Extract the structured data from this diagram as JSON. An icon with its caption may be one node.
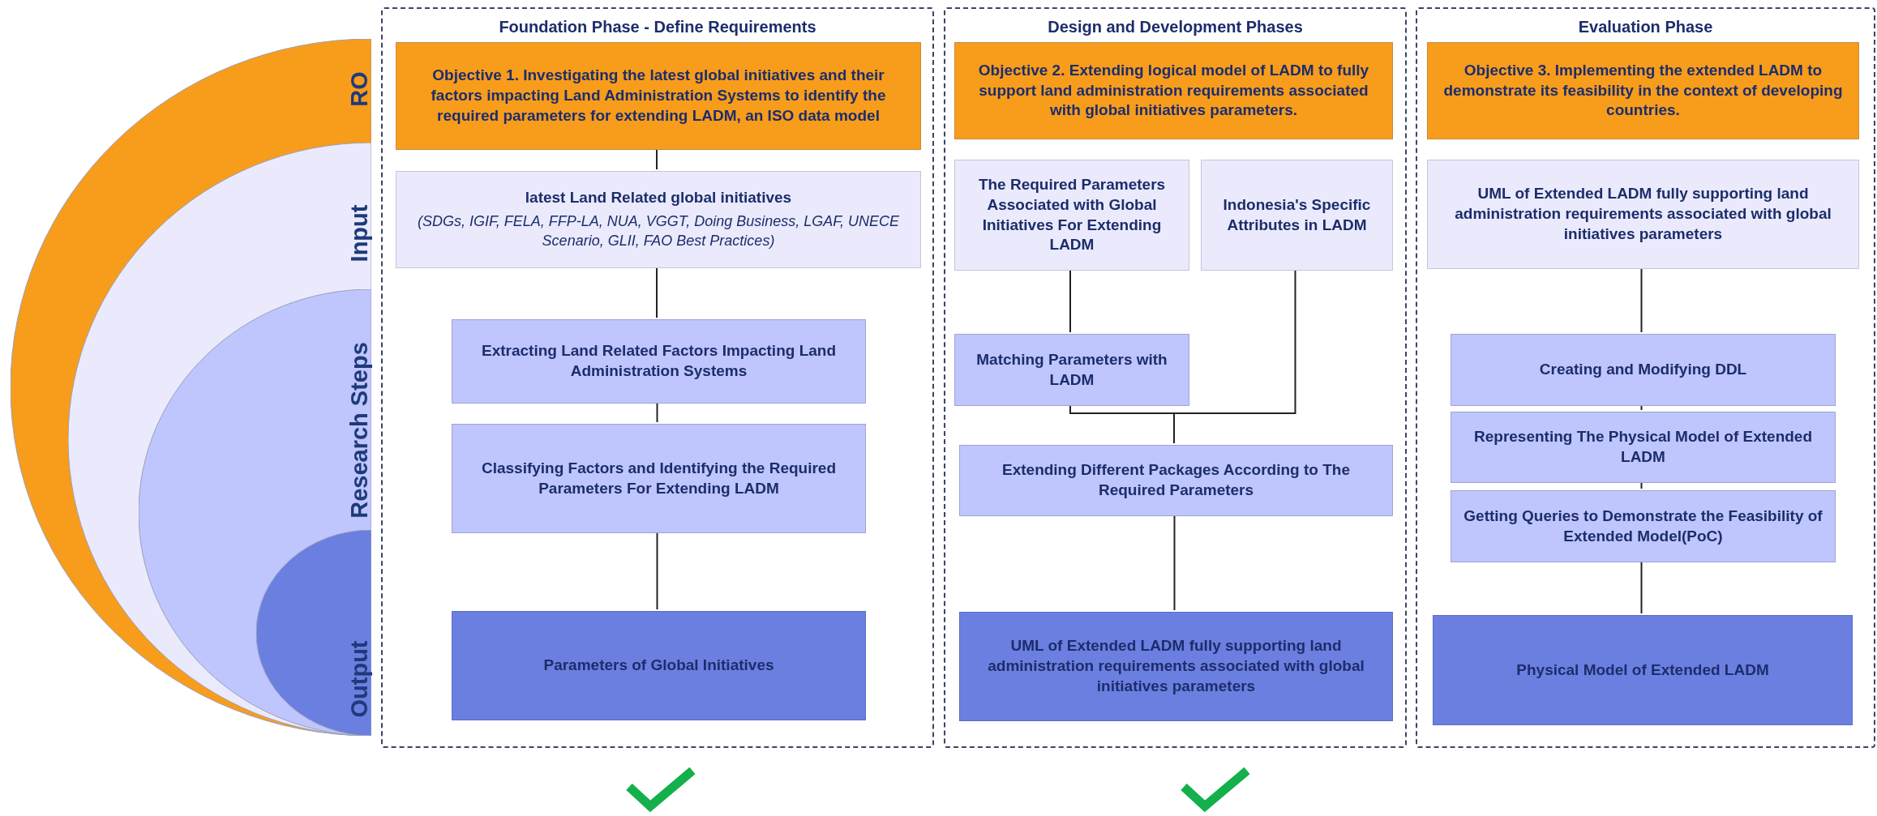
{
  "diagram": {
    "nodes": [
      {
        "text": [
          "RO"
        ]
      },
      {
        "text": [
          "Input"
        ],
        "in": 0
      },
      {
        "text": [
          "Research Steps"
        ],
        "in": 1
      },
      {
        "text": [
          "Output"
        ],
        "in": 2
      },
      {
        "text": [
          "Foundation Phase - Define Requirements"
        ]
      },
      {
        "text": [
          "Objective 1. Investigating the latest global initiatives and their factors impacting Land Administration Systems to identify the required parameters for extending LADM, an ISO data model"
        ],
        "in": 4
      },
      {
        "text": [
          "latest Land Related global initiatives",
          "(SDGs, IGIF, FELA, FFP-LA, NUA, VGGT, Doing Business, LGAF, UNECE Scenario, GLII, FAO Best Practices)"
        ],
        "in": 4
      },
      {
        "text": [
          "Extracting Land Related Factors Impacting Land Administration Systems"
        ],
        "in": 4
      },
      {
        "text": [
          "Classifying Factors and Identifying the Required Parameters For Extending LADM"
        ],
        "in": 4
      },
      {
        "text": [
          "Parameters of Global Initiatives"
        ],
        "in": 4
      },
      {
        "text": [
          "Design and Development Phases"
        ]
      },
      {
        "text": [
          "Objective 2. Extending logical model of LADM to fully support land administration requirements associated with global initiatives parameters."
        ],
        "in": 10
      },
      {
        "text": [
          "The Required Parameters Associated with Global Initiatives For Extending LADM"
        ],
        "in": 10
      },
      {
        "text": [
          "Indonesia's Specific Attributes in LADM"
        ],
        "in": 10
      },
      {
        "text": [
          "Matching Parameters with LADM"
        ],
        "in": 10
      },
      {
        "text": [
          "Extending Different Packages According to The Required Parameters"
        ],
        "in": 10
      },
      {
        "text": [
          "UML of Extended LADM fully supporting land administration requirements associated with global initiatives parameters"
        ],
        "in": 10
      },
      {
        "text": [
          "Evaluation Phase"
        ]
      },
      {
        "text": [
          "Objective 3. Implementing the extended LADM to demonstrate its feasibility in the context of developing countries."
        ],
        "in": 17
      },
      {
        "text": [
          "UML of Extended LADM fully supporting land administration requirements associated with global initiatives parameters"
        ],
        "in": 17
      },
      {
        "text": [
          "Creating and Modifying DDL"
        ],
        "in": 17
      },
      {
        "text": [
          "Representing The Physical Model of Extended LADM"
        ],
        "in": 17
      },
      {
        "text": [
          "Getting Queries to Demonstrate the Feasibility of Extended Model(PoC)"
        ],
        "in": 17
      },
      {
        "text": [
          "Physical Model of Extended LADM"
        ],
        "in": 17
      }
    ],
    "edges": [
      {
        "from": 5,
        "to": 6,
        "arrow": "none"
      },
      {
        "from": 6,
        "to": 7,
        "arrow": "none"
      },
      {
        "from": 7,
        "to": 8,
        "arrow": "none"
      },
      {
        "from": 8,
        "to": 9,
        "arrow": "none"
      },
      {
        "from": 12,
        "to": 14,
        "arrow": "none"
      },
      {
        "from": 14,
        "to": 15,
        "arrow": "none"
      },
      {
        "from": 13,
        "to": 15,
        "arrow": "none"
      },
      {
        "from": 15,
        "to": 16,
        "arrow": "none"
      },
      {
        "from": 19,
        "to": 20,
        "arrow": "none"
      },
      {
        "from": 20,
        "to": 21,
        "arrow": "none"
      },
      {
        "from": 21,
        "to": 22,
        "arrow": "none"
      },
      {
        "from": 22,
        "to": 23,
        "arrow": "none"
      }
    ]
  }
}
